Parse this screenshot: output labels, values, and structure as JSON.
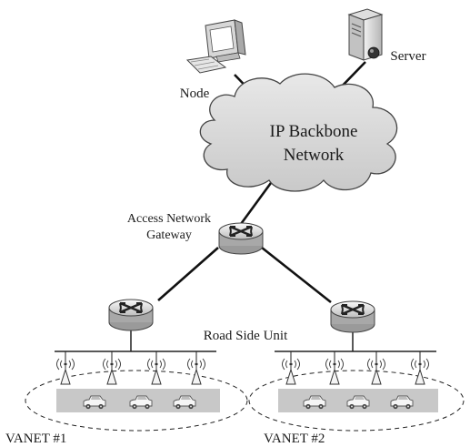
{
  "labels": {
    "node": "Node",
    "server": "Server",
    "backbone_line1": "IP Backbone",
    "backbone_line2": "Network",
    "gateway_line1": "Access Network",
    "gateway_line2": "Gateway",
    "rsu": "Road Side Unit",
    "vanet1": "VANET #1",
    "vanet2": "VANET #2"
  },
  "icons": {
    "computer": "desktop-computer-icon",
    "server": "server-tower-icon",
    "cloud": "cloud-icon",
    "router": "router-icon",
    "antenna": "antenna-icon",
    "car": "car-icon"
  },
  "colors": {
    "cloud_fill": "#d9d9d9",
    "router_fill": "#ececec",
    "road": "#c8c8c8",
    "stroke": "#333333"
  }
}
